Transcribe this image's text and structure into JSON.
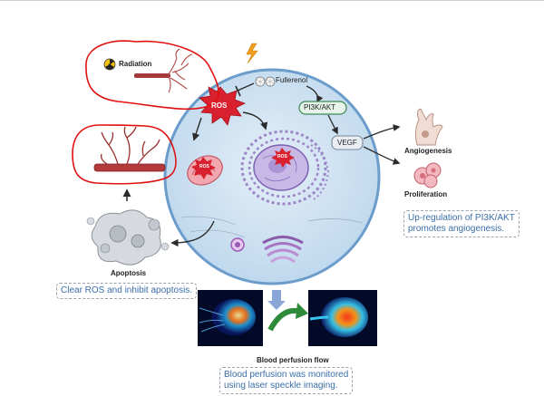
{
  "labels": {
    "radiation": "Radiation",
    "ros_main": "ROS",
    "ros_mito": "ROS",
    "ros_nucleus": "ROS",
    "fullerenol": "Fullerenol",
    "pi3k_akt": "PI3K/AKT",
    "vegf": "VEGF",
    "angiogenesis": "Angiogenesis",
    "proliferation": "Proliferation",
    "apoptosis": "Apoptosis",
    "blood_perfusion_flow": "Blood perfusion flow"
  },
  "notes": {
    "upregulation_line1": "Up-regulation of PI3K/AKT",
    "upregulation_line2": "promotes angiogenesis.",
    "clear_ros": "Clear ROS and inhibit apoptosis.",
    "perfusion_line1": "Blood perfusion was monitored",
    "perfusion_line2": "using laser speckle imaging."
  },
  "colors": {
    "cell_fill": "#c9dff0",
    "cell_border": "#6b9ccb",
    "ros_red": "#d9202e",
    "annotation_red": "#e01010",
    "note_text": "#3a6ea8",
    "arrow_dark": "#2b2b2b",
    "green_arrow": "#2e8b3a"
  },
  "icons": [
    "radiation-icon",
    "lightning-icon",
    "fullerenol-icon",
    "vessel-icon",
    "mitochondrion-icon",
    "nucleus-icon",
    "golgi-icon",
    "vesicle-icon",
    "angiogenesis-cell-icon",
    "proliferation-cells-icon",
    "apoptosis-cells-icon",
    "laser-speckle-image"
  ]
}
